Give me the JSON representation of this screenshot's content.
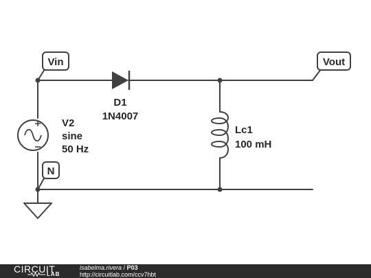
{
  "nodes": {
    "vin": "Vin",
    "vout": "Vout",
    "n": "N"
  },
  "source": {
    "name": "V2",
    "type": "sine",
    "frequency": "50 Hz"
  },
  "diode": {
    "name": "D1",
    "part": "1N4007"
  },
  "inductor": {
    "name": "Lc1",
    "value": "100 mH"
  },
  "footer": {
    "logo_main": "CIRCUIT",
    "logo_sub": "LAB",
    "author": "isabelma.rivera",
    "separator": "/",
    "project": "P03",
    "url": "http://circuitlab.com/ccv7hbt"
  },
  "colors": {
    "wire": "#404040",
    "text": "#262626",
    "footer_bg": "#2b2b2b"
  }
}
